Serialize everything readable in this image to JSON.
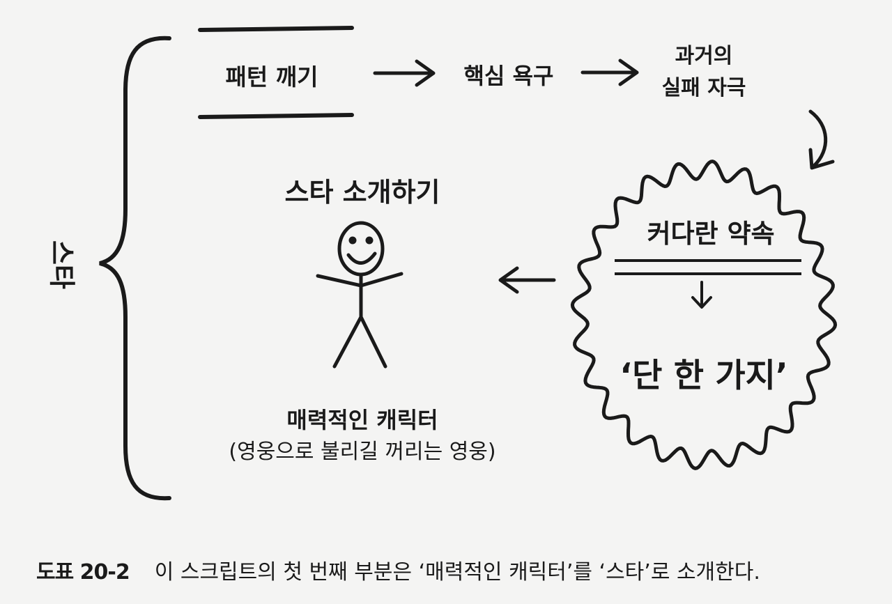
{
  "side_label": "스타",
  "top_row": {
    "pattern_break": "패턴 깨기",
    "core_desire": "핵심 욕구",
    "past_failure": "과거의\n실패 자극"
  },
  "star_intro": "스타 소개하기",
  "cloud": {
    "big_promise": "커다란 약속",
    "one_thing": "‘단 한 가지’"
  },
  "character": {
    "title": "매력적인 캐릭터",
    "subtitle": "(영웅으로 불리길 꺼리는 영웅)"
  },
  "caption": {
    "figure_number": "도표 20-2",
    "text": "이 스크립트의 첫 번째 부분은 ‘매력적인 캐릭터’를 ‘스타’로 소개한다."
  }
}
